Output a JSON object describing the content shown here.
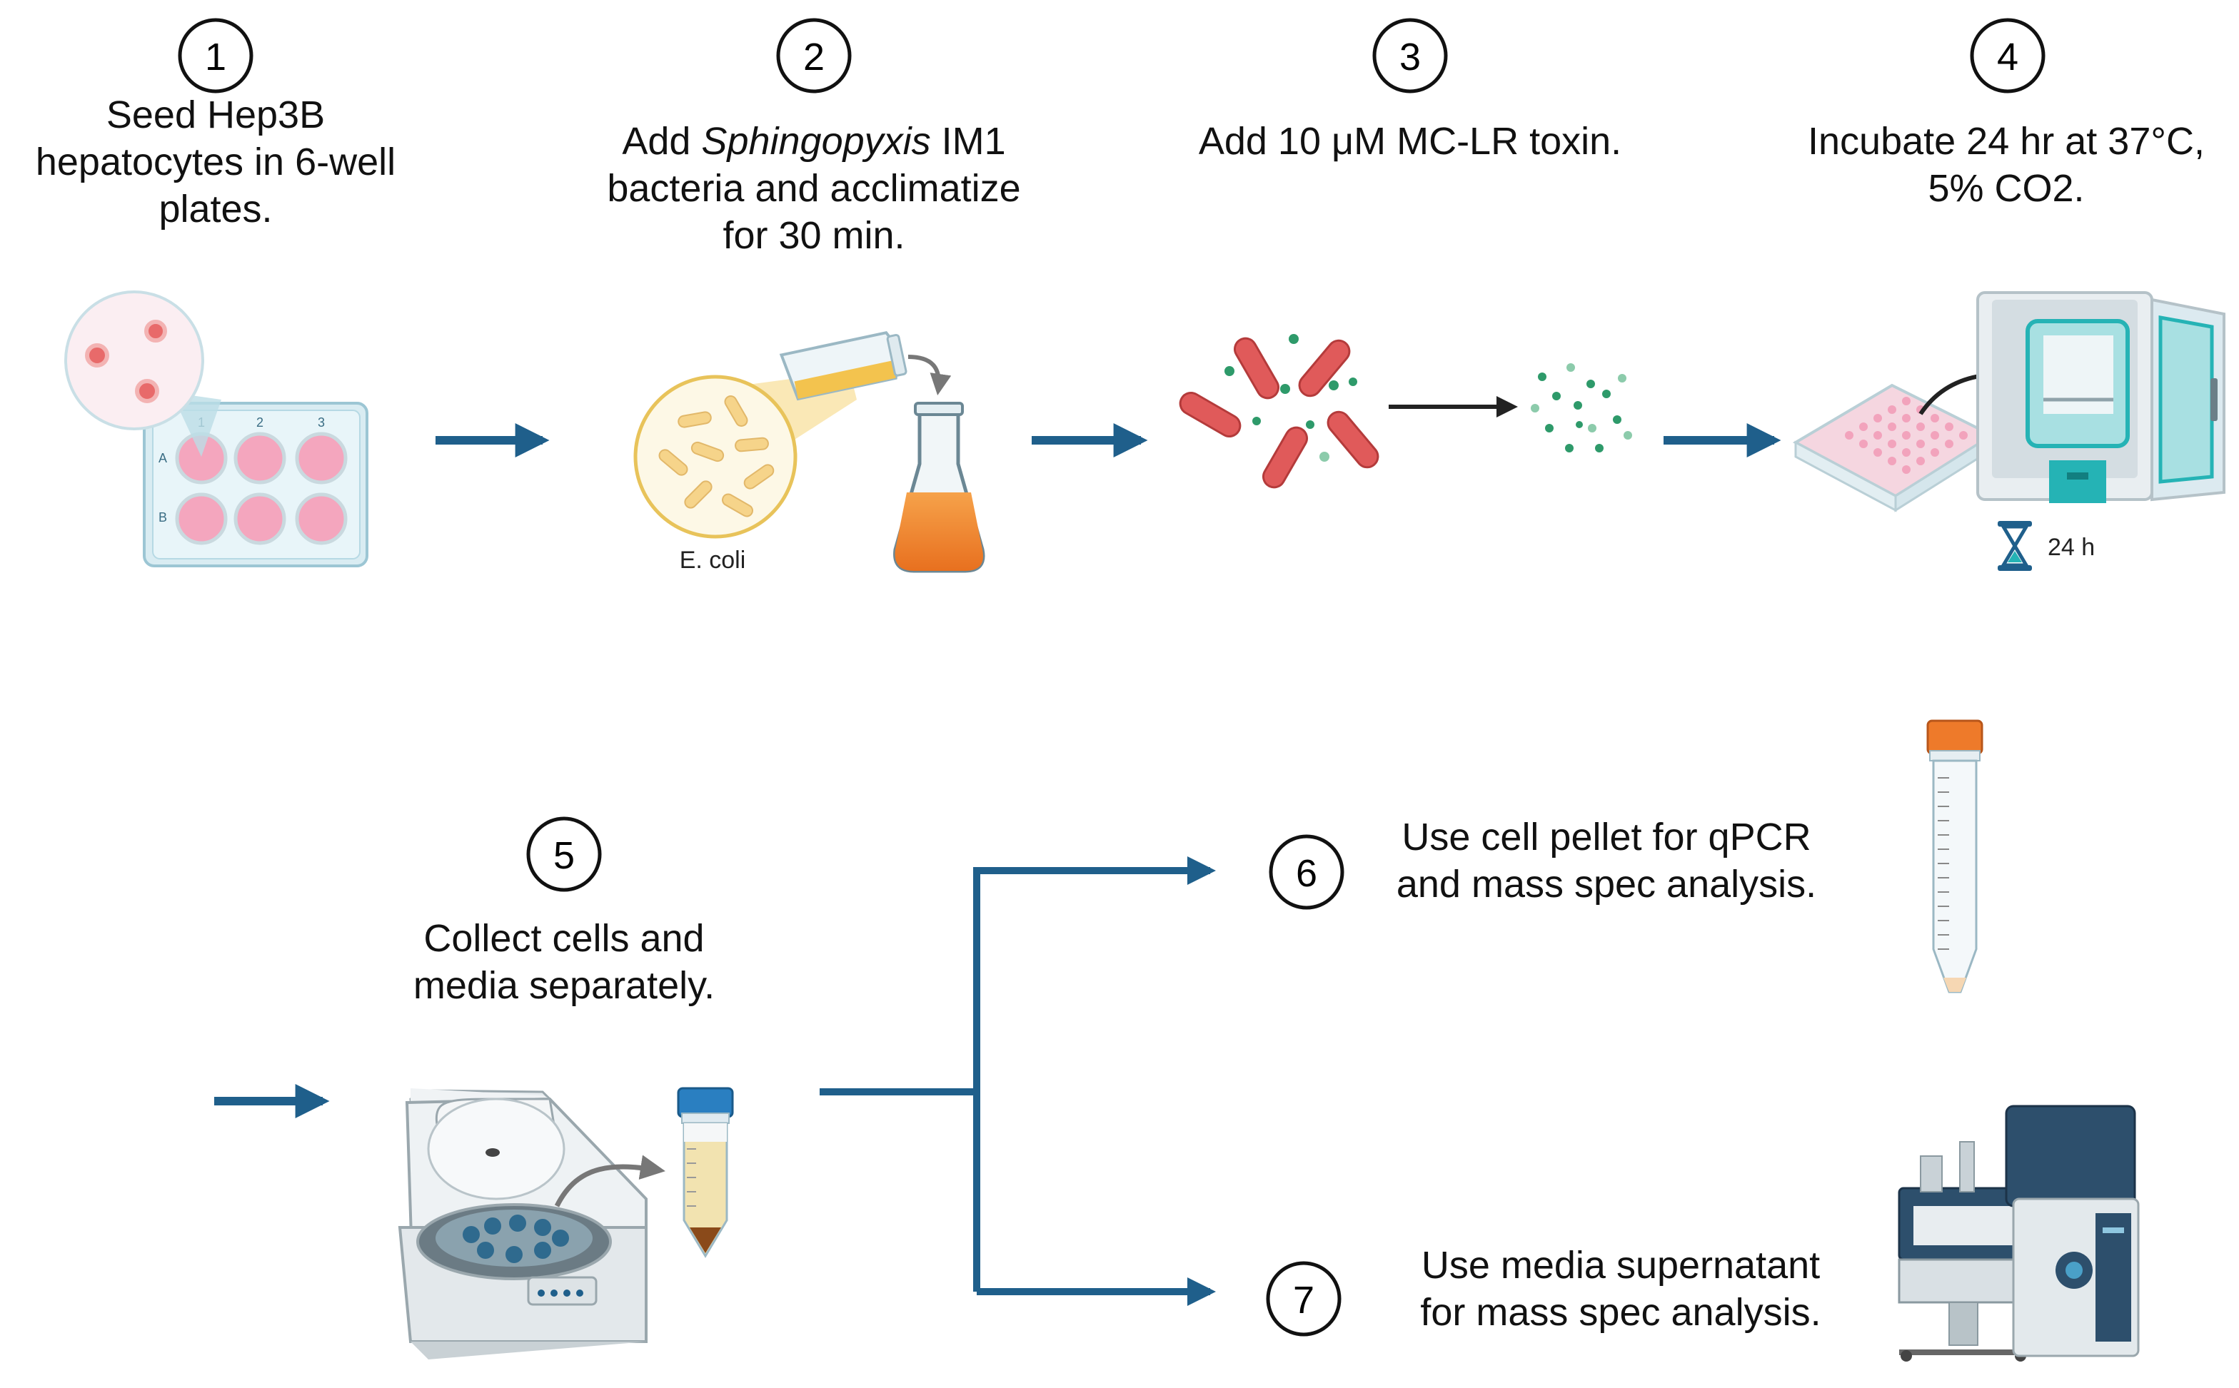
{
  "steps": [
    {
      "number": "1",
      "lines": [
        "Seed Hep3B",
        "hepatocytes in 6-well",
        "plates."
      ]
    },
    {
      "number": "2",
      "lines": [
        "bacteria and acclimatize",
        "for 30 min."
      ],
      "line1": {
        "pre": "Add ",
        "italic": "Sphingopyxis",
        "post": " IM1"
      }
    },
    {
      "number": "3",
      "lines": [
        "Add 10 μM MC-LR toxin."
      ]
    },
    {
      "number": "4",
      "lines": [
        "Incubate 24 hr at 37°C,",
        "5% CO2."
      ]
    },
    {
      "number": "5",
      "lines": [
        "Collect cells and",
        "media separately."
      ]
    },
    {
      "number": "6",
      "lines": [
        "Use cell pellet for qPCR",
        "and mass spec analysis."
      ]
    },
    {
      "number": "7",
      "lines": [
        "Use media supernatant",
        "for mass spec analysis."
      ]
    }
  ],
  "plate_labels": {
    "cols": [
      "1",
      "2",
      "3"
    ],
    "rows": [
      "A",
      "B"
    ]
  },
  "ecoli_label": "E. coli",
  "timer_label": "24 h",
  "colors": {
    "arrow": "#1f5f8b",
    "well": "#f4a6be",
    "culture": "#f08a2e",
    "bacteria": "#e05a5a",
    "toxin": "#2e9a6a",
    "teal": "#25b3b5"
  },
  "icons": [
    "well-plate-icon",
    "cell-magnifier-icon",
    "flask-icon",
    "bacteria-icon",
    "toxin-dots-icon",
    "incubator-icon",
    "hourglass-icon",
    "centrifuge-icon",
    "tube-icon",
    "mass-spectrometer-icon"
  ]
}
